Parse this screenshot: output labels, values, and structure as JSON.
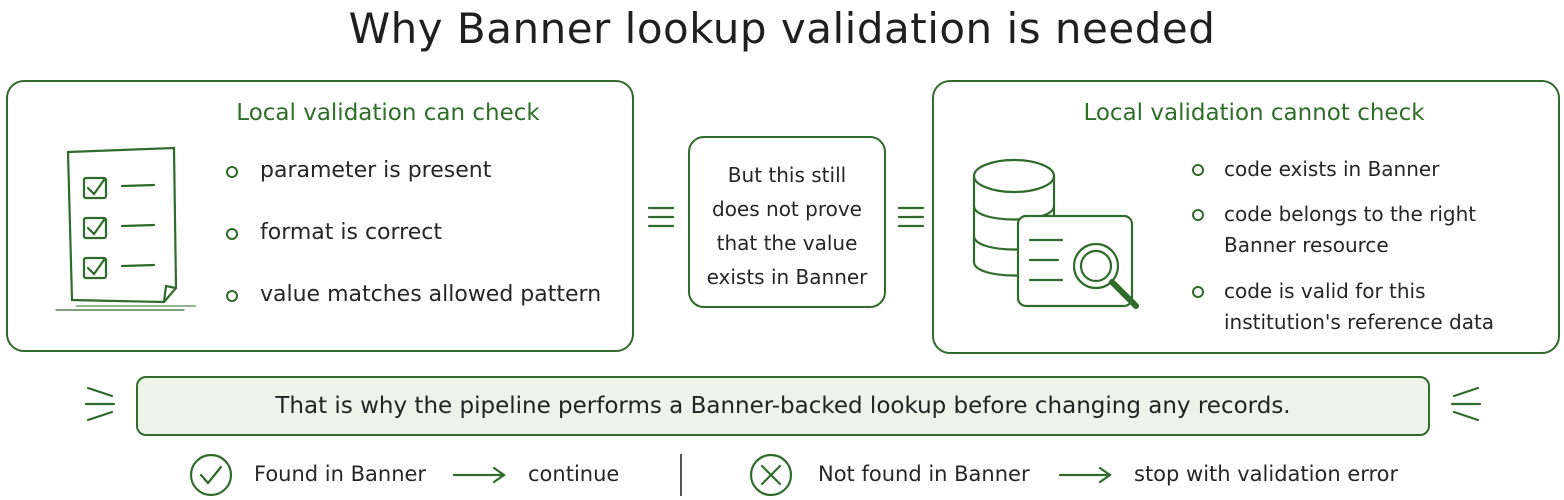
{
  "title": "Why Banner lookup validation is needed",
  "left_panel": {
    "heading": "Local validation can check",
    "items": [
      "parameter is present",
      "format is correct",
      "value matches allowed pattern"
    ]
  },
  "middle_note": {
    "lines": [
      "But this still",
      "does not prove",
      "that the value",
      "exists in Banner"
    ]
  },
  "right_panel": {
    "heading": "Local validation cannot check",
    "items": [
      [
        "code exists in Banner"
      ],
      [
        "code belongs to the right",
        "Banner resource"
      ],
      [
        "code is valid for this",
        "institution's reference data"
      ]
    ]
  },
  "banner_text": "That is why the pipeline performs a Banner-backed lookup before changing any records.",
  "outcomes": {
    "found": {
      "condition": "Found in Banner",
      "action": "continue",
      "icon": "check-circle-icon"
    },
    "not_found": {
      "condition": "Not found in Banner",
      "action": "stop with validation error",
      "icon": "x-circle-icon"
    }
  },
  "colors": {
    "accent": "#2f6b2a",
    "heading": "#2e6e28",
    "banner_fill": "#edf3e8"
  }
}
